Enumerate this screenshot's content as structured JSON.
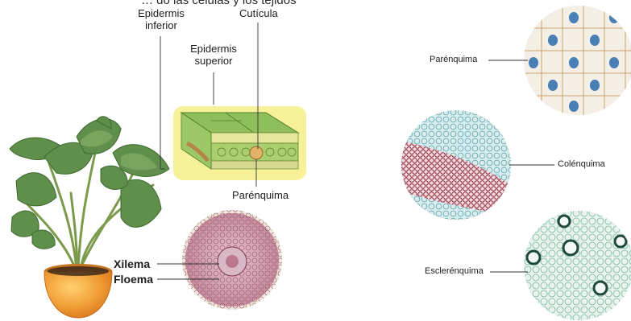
{
  "colors": {
    "leaf_green": "#5f8f4a",
    "tissue_pink": "#c98ea0",
    "pot_orange": "#f2a23a",
    "highlight_yellow": "#f7f29a",
    "leader_line": "#333333"
  },
  "header": {
    "partial_text": "… do las células y los tejidos"
  },
  "leaf_diagram": {
    "epidermis_inferior": [
      "Epidermis",
      "inferior"
    ],
    "cuticula": "Cutícula",
    "epidermis_superior": [
      "Epidermis",
      "superior"
    ],
    "parenquima": "Parénquima"
  },
  "stem_section": {
    "xilema": "Xilema",
    "floema": "Floema"
  },
  "micrographs": {
    "parenquima": "Parénquima",
    "colenquima": "Colénquima",
    "esclerenquima": "Esclerénquima"
  }
}
